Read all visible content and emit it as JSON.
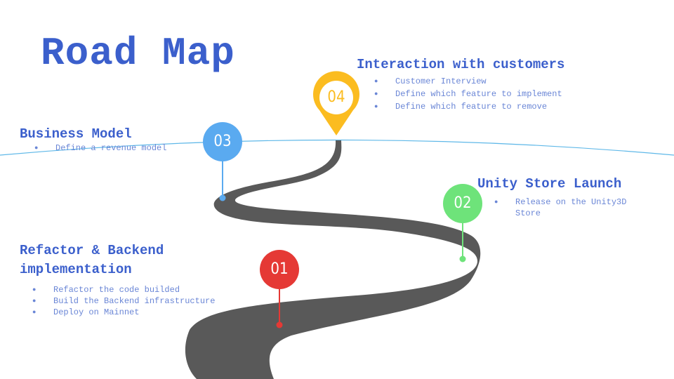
{
  "title": "Road Map",
  "colors": {
    "heading": "#3b5fcc",
    "text": "#6a86d6",
    "road": "#595959",
    "horizon": "#5fb8e8",
    "m1": "#e53935",
    "m2": "#6ee37a",
    "m3": "#5aaaf0",
    "m4": "#fbbc20"
  },
  "milestones": {
    "m1": {
      "number": "01",
      "heading": [
        "Refactor & Backend",
        "implementation"
      ],
      "bullets": [
        "Refactor the code builded",
        "Build the Backend infrastructure",
        "Deploy on Mainnet"
      ]
    },
    "m2": {
      "number": "02",
      "heading": "Unity Store Launch",
      "bullets": [
        "Release on the Unity3D",
        "Store"
      ]
    },
    "m3": {
      "number": "03",
      "heading": "Business Model",
      "bullets": [
        "Define a revenue model"
      ]
    },
    "m4": {
      "number": "04",
      "heading": "Interaction with customers",
      "bullets": [
        "Customer Interview",
        "Define which feature to implement",
        "Define which feature to remove"
      ]
    }
  }
}
